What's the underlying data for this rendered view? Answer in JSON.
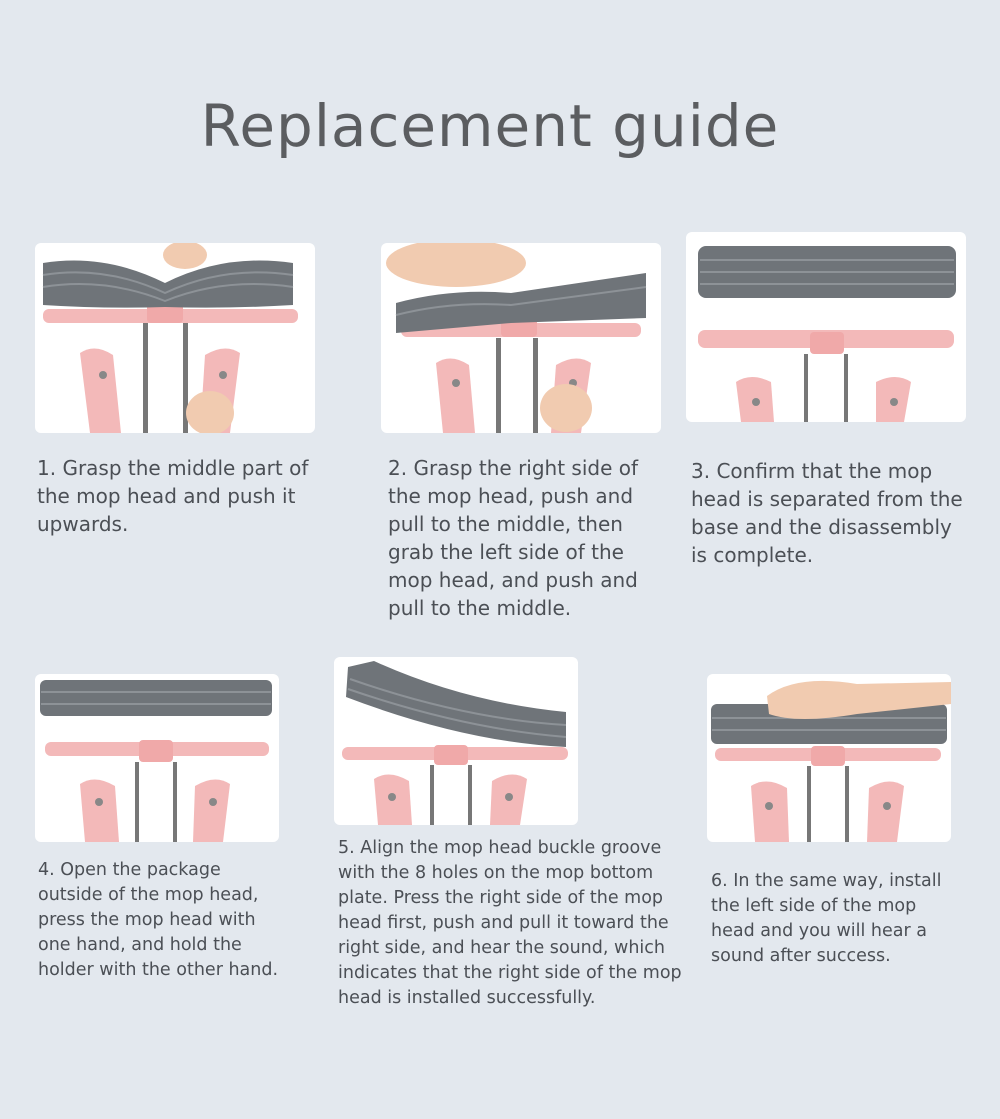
{
  "title": "Replacement guide",
  "steps": [
    {
      "text": "1. Grasp the middle part of the mop head and push it upwards."
    },
    {
      "text": "2. Grasp the right side of the mop head, push and pull to the middle, then grab the left side of the mop head, and push and pull to the middle."
    },
    {
      "text": "3. Confirm that the mop head is separated from the base and the disassembly is complete."
    },
    {
      "text": "4. Open the package outside of the mop head, press the mop head with one hand, and hold the holder with the other hand."
    },
    {
      "text": "5. Align the mop head buckle groove with the 8 holes on the mop bottom plate. Press the right side of the mop head first, push and pull it toward the right side, and hear the sound, which indicates that the right side of the mop head is installed successfully."
    },
    {
      "text": "6. In the same way, install the left side of the mop head and you will hear a sound after success."
    }
  ],
  "colors": {
    "mop_pad": "#6f7479",
    "holder": "#f3b9b9",
    "background": "#e3e8ee",
    "hand": "#f1cbb0"
  }
}
